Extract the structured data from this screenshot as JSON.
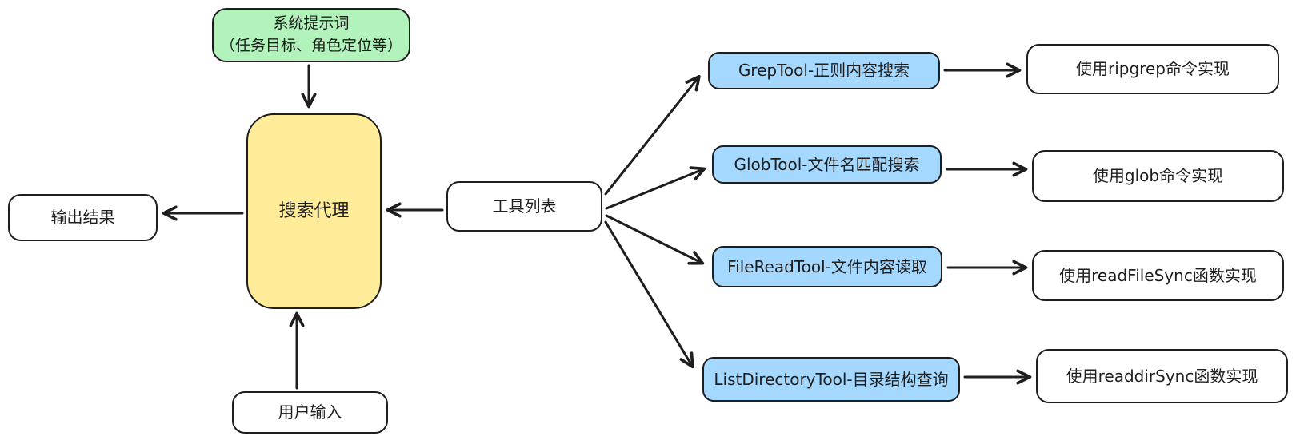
{
  "canvas": {
    "background": "#ffffff",
    "stroke_color": "#1e1e1e",
    "fill_green": "#b2f2bb",
    "fill_yellow": "#ffec99",
    "fill_blue": "#a5d8ff"
  },
  "nodes": {
    "system_prompt": {
      "line1": "系统提示词",
      "line2": "（任务目标、角色定位等）",
      "fill": "#b2f2bb"
    },
    "search_agent": {
      "label": "搜索代理",
      "fill": "#ffec99"
    },
    "output_result": {
      "label": "输出结果",
      "fill": "#ffffff"
    },
    "user_input": {
      "label": "用户输入",
      "fill": "#ffffff"
    },
    "tool_list": {
      "label": "工具列表",
      "fill": "#ffffff"
    }
  },
  "tools": {
    "fill": "#a5d8ff",
    "items": [
      {
        "name": "GrepTool-正则内容搜索",
        "implementation": "使用ripgrep命令实现"
      },
      {
        "name": "GlobTool-文件名匹配搜索",
        "implementation": "使用glob命令实现"
      },
      {
        "name": "FileReadTool-文件内容读取",
        "implementation": "使用readFileSync函数实现"
      },
      {
        "name": "ListDirectoryTool-目录结构查询",
        "implementation": "使用readdirSync函数实现"
      }
    ]
  }
}
